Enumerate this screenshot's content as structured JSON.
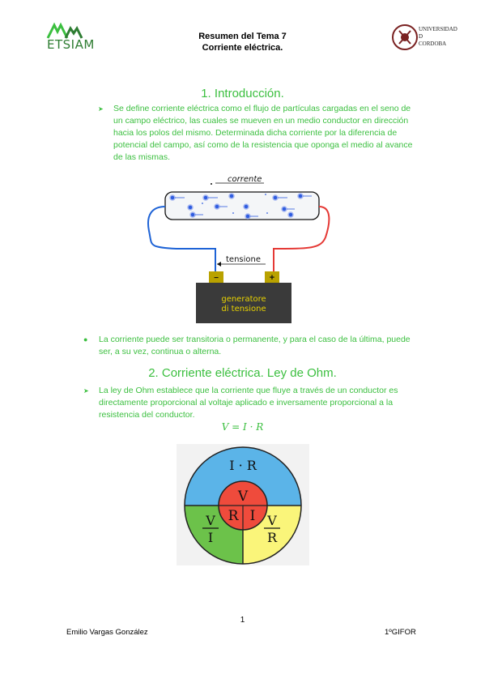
{
  "header": {
    "logo_text": "ETSIAM",
    "title_line1": "Resumen del Tema 7",
    "title_line2": "Corriente eléctrica.",
    "university_line1": "UNIVERSIDAD",
    "university_line2": "D",
    "university_line3": "CORDOBA"
  },
  "section1": {
    "heading": "1. Introducción.",
    "paragraph": "Se define corriente eléctrica como el flujo de partículas cargadas en el seno de un campo eléctrico, las cuales se mueven en un medio conductor en dirección hacia los polos del mismo. Determinada dicha corriente por la diferencia de potencial del campo, así como de la resistencia que oponga el medio al avance de las mismas."
  },
  "circuit": {
    "current_label": "corrente",
    "voltage_label": "tensione",
    "minus": "−",
    "plus": "+",
    "generator_line1": "generatore",
    "generator_line2": "di tensione",
    "colors": {
      "positive_wire": "#e53935",
      "negative_wire": "#1e63d6",
      "battery": "#3a3a3a",
      "terminal": "#b9a200",
      "generator_text": "#e8d200"
    }
  },
  "section1b": {
    "paragraph": "La corriente puede ser transitoria o permanente, y para el caso de la última, puede ser, a su vez, continua o alterna."
  },
  "section2": {
    "heading": "2. Corriente eléctrica. Ley de Ohm.",
    "paragraph": "La ley de Ohm establece que la corriente que fluye a través de un conductor es directamente proporcional al voltaje aplicado e inversamente proporcional a la resistencia del conductor.",
    "formula": "V = I · R"
  },
  "ohm_circle": {
    "top": "I · R",
    "left_num": "V",
    "left_den": "I",
    "right_num": "V",
    "right_den": "R",
    "center_top": "V",
    "center_left": "R",
    "center_right": "I",
    "colors": {
      "blue": "#5bb4e8",
      "green": "#6cc24a",
      "yellow": "#faf57a",
      "red": "#ef4b3c"
    }
  },
  "footer": {
    "page_number": "1",
    "author": "Emilio Vargas González",
    "course": "1ºGIFOR"
  },
  "colors": {
    "accent": "#3bbf3f"
  }
}
